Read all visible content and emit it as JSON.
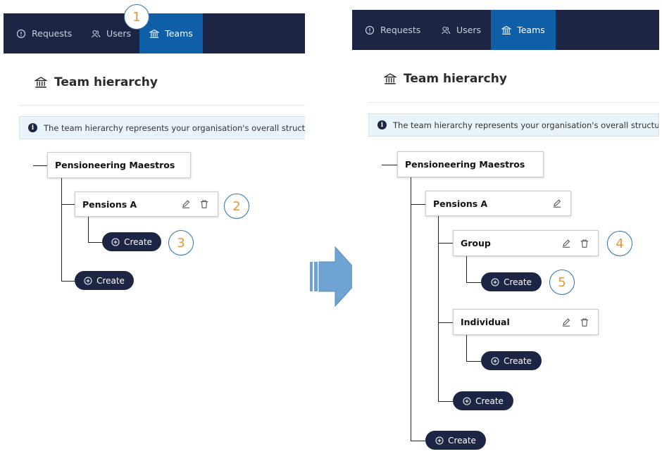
{
  "left": {
    "nav": [
      {
        "label": "Requests",
        "icon": "info-circle-icon"
      },
      {
        "label": "Users",
        "icon": "users-icon"
      },
      {
        "label": "Teams",
        "icon": "bank-icon",
        "active": true
      }
    ],
    "title": "Team hierarchy",
    "info": "The team hierarchy represents your organisation's overall structure. A",
    "root": "Pensioneering Maestros",
    "child": "Pensions A",
    "create": "Create",
    "callouts": [
      "1",
      "2",
      "3"
    ]
  },
  "right": {
    "nav": [
      {
        "label": "Requests",
        "icon": "info-circle-icon"
      },
      {
        "label": "Users",
        "icon": "users-icon"
      },
      {
        "label": "Teams",
        "icon": "bank-icon",
        "active": true
      }
    ],
    "title": "Team hierarchy",
    "info": "The team hierarchy represents your organisation's overall structure.",
    "root": "Pensioneering Maestros",
    "child": "Pensions A",
    "grandchildren": [
      "Group",
      "Individual"
    ],
    "create": "Create",
    "callouts": [
      "4",
      "5"
    ]
  },
  "colors": {
    "nav_bg": "#1c2644",
    "nav_active": "#0f5fa8",
    "callout_text": "#e8943a",
    "arrow": "#6fa3d3"
  }
}
